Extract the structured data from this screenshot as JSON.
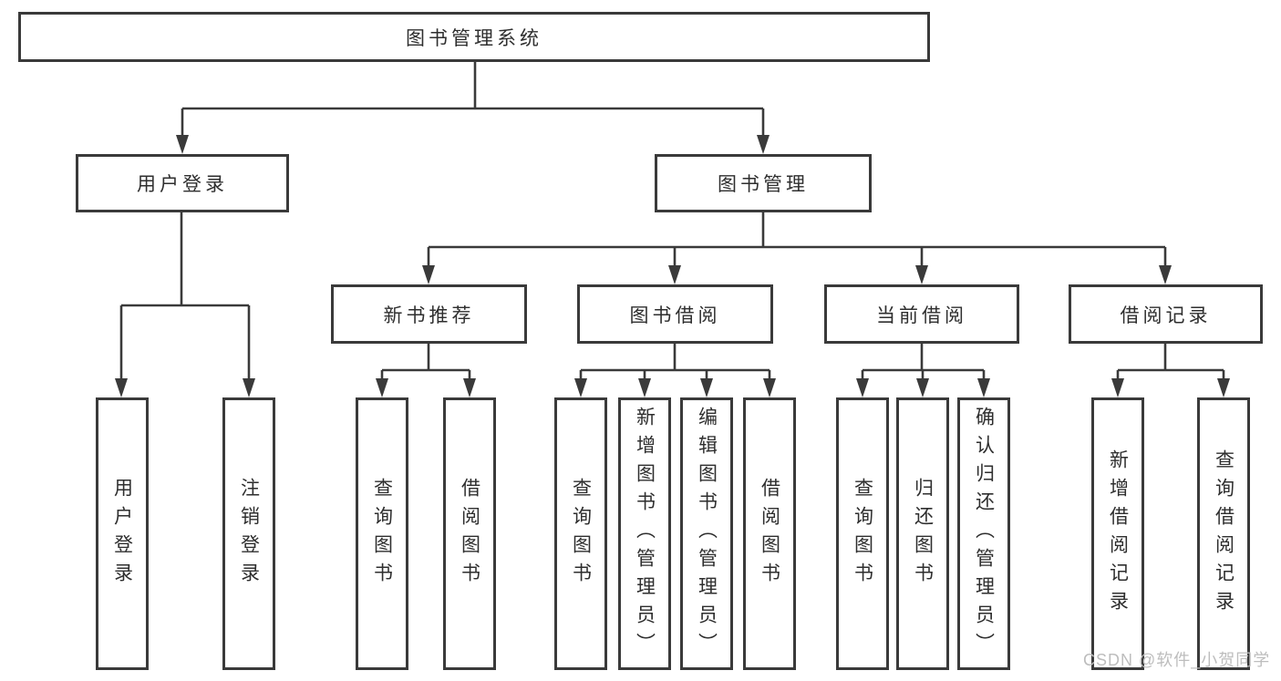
{
  "diagram": {
    "root": {
      "label": "图书管理系统",
      "children": [
        {
          "label": "用户登录",
          "children": [
            {
              "label": "用户登录"
            },
            {
              "label": "注销登录"
            }
          ]
        },
        {
          "label": "图书管理",
          "children": [
            {
              "label": "新书推荐",
              "children": [
                {
                  "label": "查询图书"
                },
                {
                  "label": "借阅图书"
                }
              ]
            },
            {
              "label": "图书借阅",
              "children": [
                {
                  "label": "查询图书"
                },
                {
                  "label": "新增图书（管理员）"
                },
                {
                  "label": "编辑图书（管理员）"
                },
                {
                  "label": "借阅图书"
                }
              ]
            },
            {
              "label": "当前借阅",
              "children": [
                {
                  "label": "查询图书"
                },
                {
                  "label": "归还图书"
                },
                {
                  "label": "确认归还（管理员）"
                }
              ]
            },
            {
              "label": "借阅记录",
              "children": [
                {
                  "label": "新增借阅记录"
                },
                {
                  "label": "查询借阅记录"
                }
              ]
            }
          ]
        }
      ]
    }
  },
  "watermark": {
    "text": "CSDN @软件_小贺同学"
  },
  "colors": {
    "line": "#3a3a3a",
    "text": "#2e2e2e",
    "watermark": "#bdbdbd",
    "bg": "#ffffff"
  }
}
